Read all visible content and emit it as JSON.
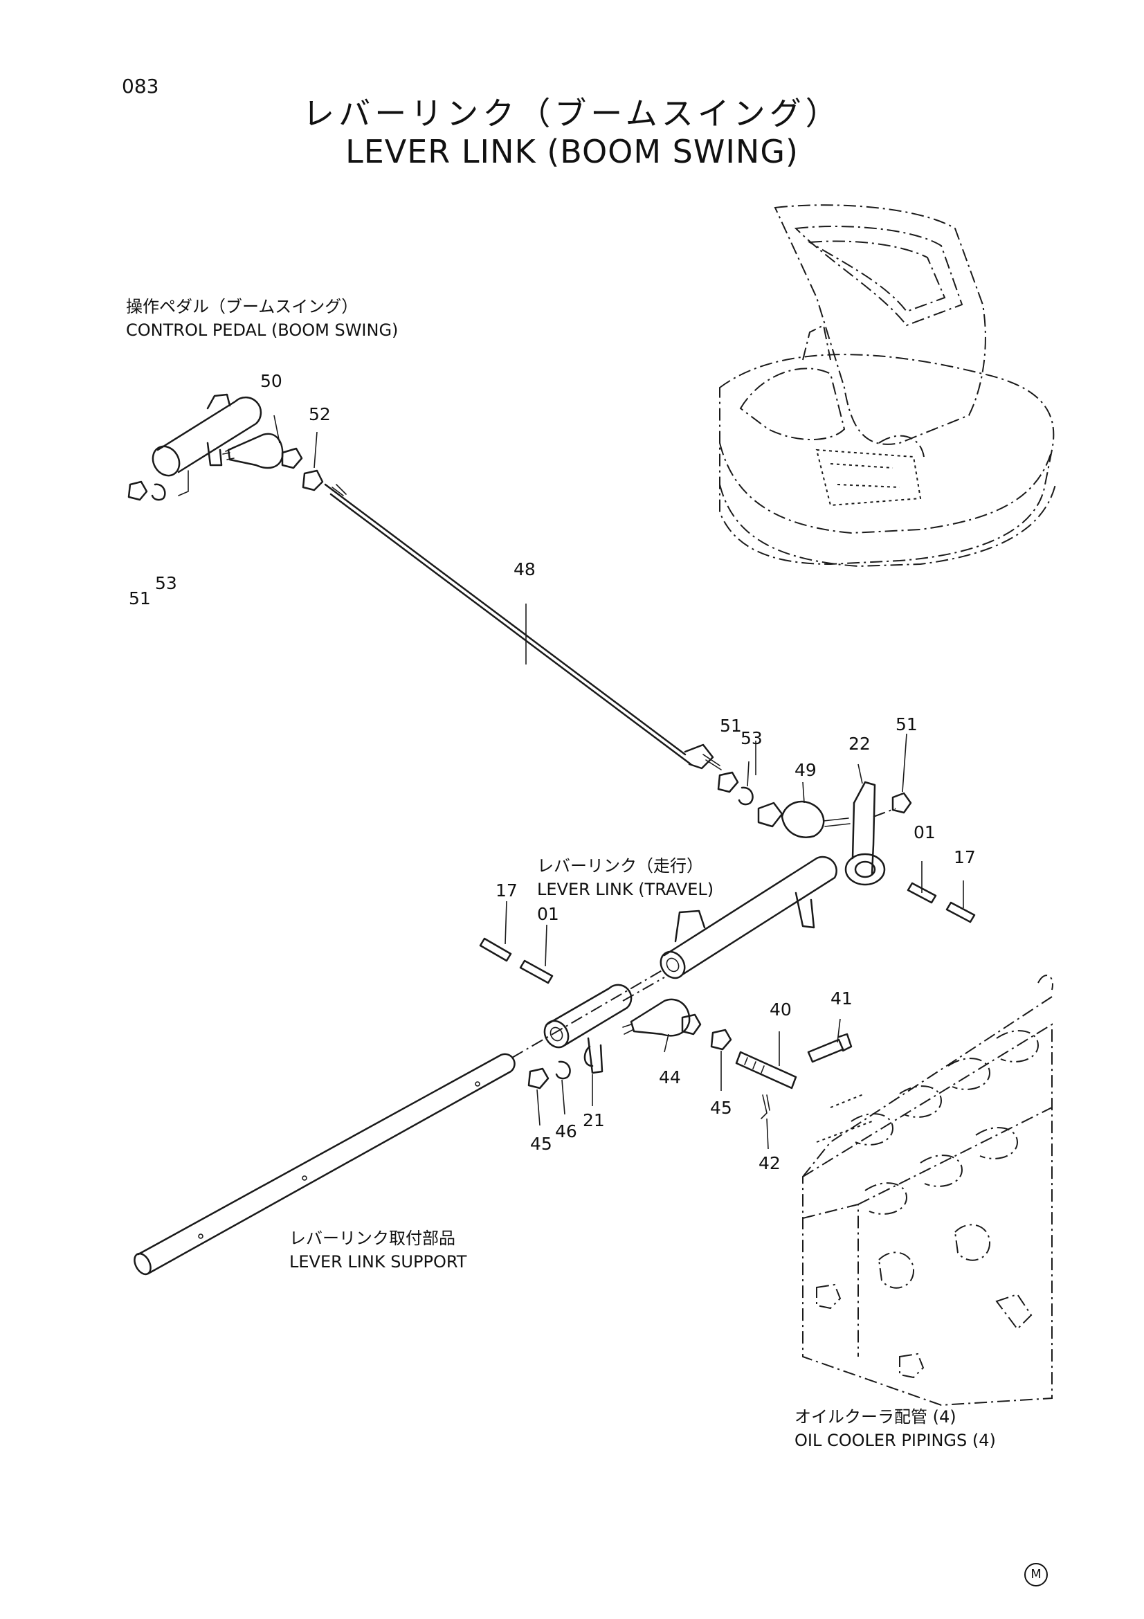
{
  "page_number": "083",
  "title_jp": "レバーリンク（ブームスイング）",
  "title_en": "LEVER LINK (BOOM SWING)",
  "labels": {
    "control_pedal_jp": "操作ペダル（ブームスイング）",
    "control_pedal_en": "CONTROL PEDAL (BOOM SWING)",
    "travel_link_jp": "レバーリンク（走行）",
    "travel_link_en": "LEVER LINK (TRAVEL)",
    "support_jp": "レバーリンク取付部品",
    "support_en": "LEVER LINK SUPPORT",
    "oil_cooler_jp": "オイルクーラ配管 (4)",
    "oil_cooler_en": "OIL COOLER PIPINGS (4)"
  },
  "callouts": {
    "c50": "50",
    "c52": "52",
    "c51a": "51",
    "c53a": "53",
    "c48": "48",
    "c51b": "51",
    "c53b": "53",
    "c22": "22",
    "c51c": "51",
    "c49": "49",
    "c01a": "01",
    "c17a": "17",
    "c17b": "17",
    "c01b": "01",
    "c41": "41",
    "c40": "40",
    "c44": "44",
    "c45a": "45",
    "c45b": "45",
    "c46": "46",
    "c21": "21",
    "c42": "42"
  },
  "mark": "M"
}
